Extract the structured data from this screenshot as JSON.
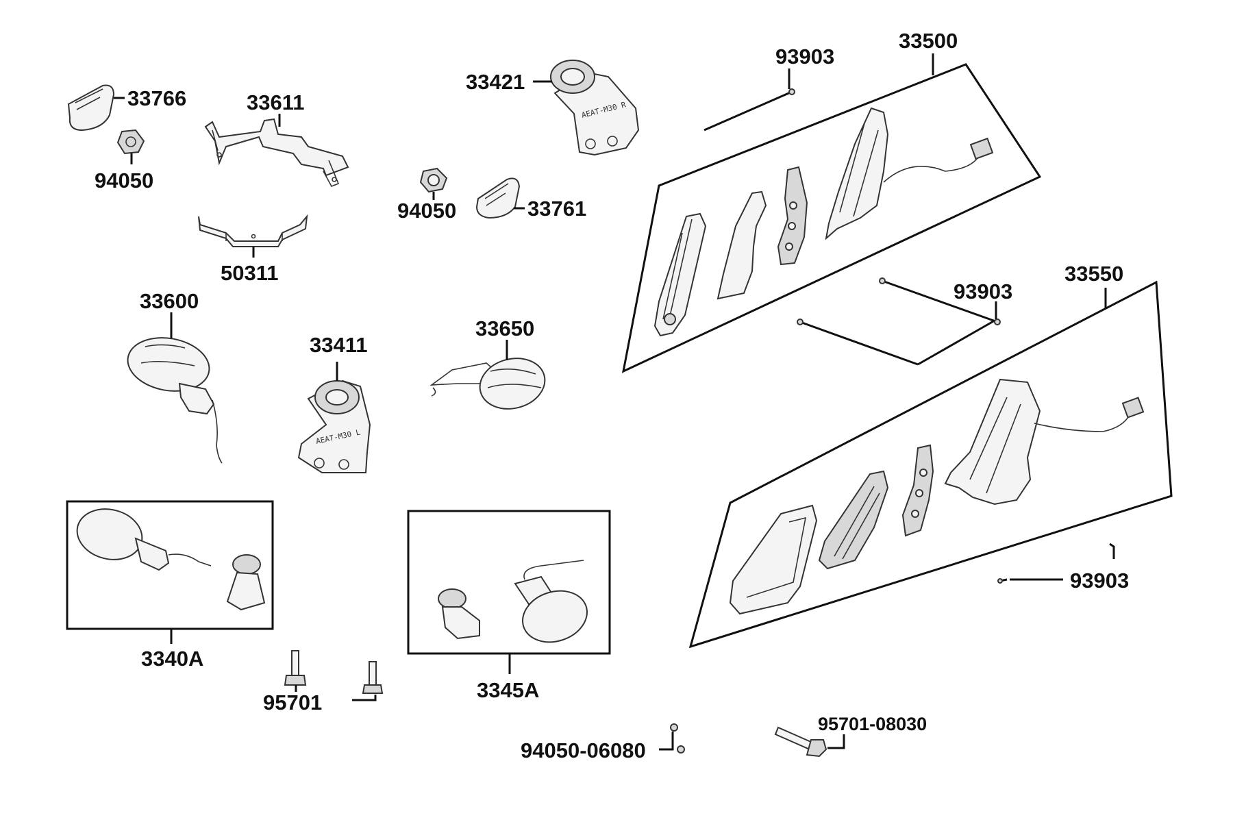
{
  "labels": {
    "p33766": "33766",
    "p94050a": "94050",
    "p33611": "33611",
    "p50311": "50311",
    "p33421": "33421",
    "p94050b": "94050",
    "p33761": "33761",
    "p93903a": "93903",
    "p33500": "33500",
    "p33600": "33600",
    "p33411": "33411",
    "p33650": "33650",
    "p93903b": "93903",
    "p33550": "33550",
    "p93903c": "93903",
    "p3340A": "3340A",
    "p95701": "95701",
    "p3345A": "3345A",
    "p94050_06080": "94050-06080",
    "p95701_08030": "95701-08030"
  },
  "parts": {
    "bracket_33421": "AEAT-M30 R",
    "bracket_33411": "AEAT-M30 L"
  }
}
